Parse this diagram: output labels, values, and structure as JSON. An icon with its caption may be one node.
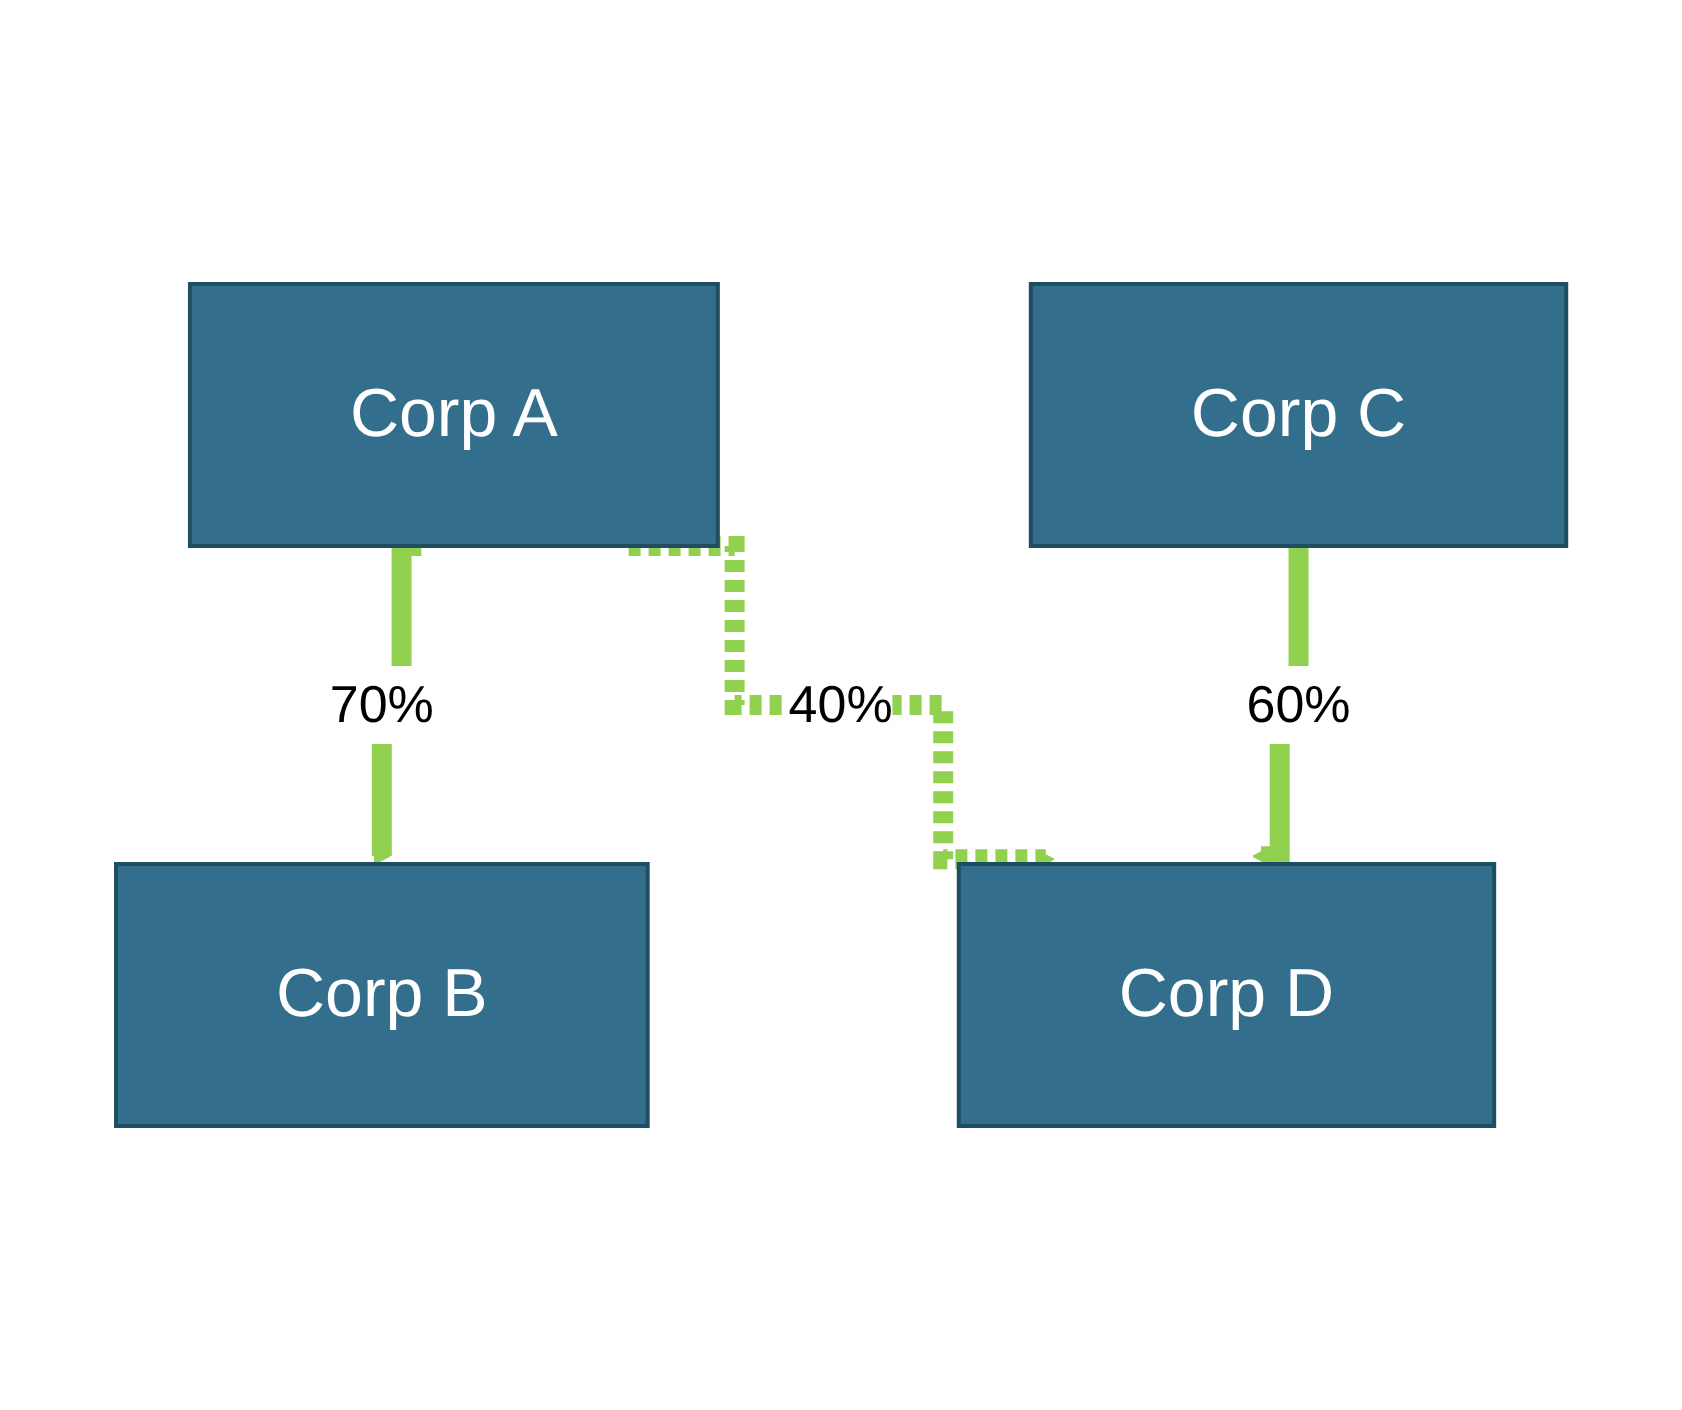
{
  "diagram": {
    "nodes": [
      {
        "text": [
          "Corp A"
        ]
      },
      {
        "text": [
          "Corp C"
        ]
      },
      {
        "text": [
          "Corp B"
        ]
      },
      {
        "text": [
          "Corp D"
        ]
      }
    ],
    "edges": [
      {
        "from": 0,
        "to": 2,
        "arrow": "to",
        "label": "70%"
      },
      {
        "from": 0,
        "to": 3,
        "arrow": "to",
        "label": "40%",
        "style": "dashed"
      },
      {
        "from": 1,
        "to": 3,
        "arrow": "to",
        "label": "60%"
      }
    ]
  }
}
